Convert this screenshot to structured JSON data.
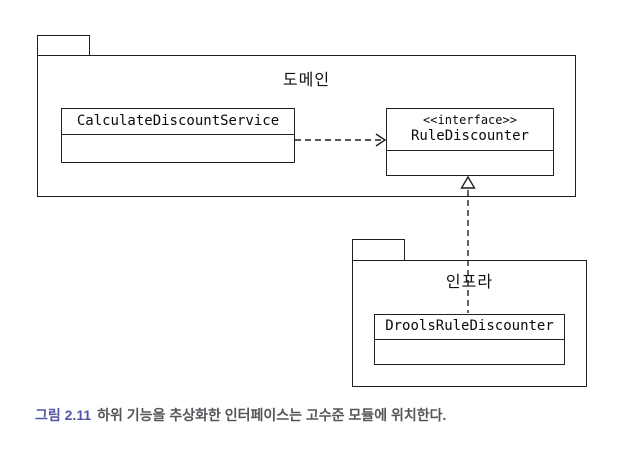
{
  "diagram": {
    "type": "uml-package-diagram",
    "packages": {
      "domain": {
        "label": "도메인"
      },
      "infra": {
        "label": "인프라"
      }
    },
    "classes": {
      "calculate_discount_service": {
        "name": "CalculateDiscountService",
        "package": "도메인"
      },
      "rule_discounter": {
        "stereotype": "<<interface>>",
        "name": "RuleDiscounter",
        "package": "도메인"
      },
      "drools_rule_discounter": {
        "name": "DroolsRuleDiscounter",
        "package": "인프라"
      }
    },
    "relations": [
      {
        "type": "dependency",
        "from": "CalculateDiscountService",
        "to": "RuleDiscounter",
        "line": "dashed",
        "arrowhead": "open"
      },
      {
        "type": "realization",
        "from": "DroolsRuleDiscounter",
        "to": "RuleDiscounter",
        "line": "dashed",
        "arrowhead": "hollow-triangle"
      }
    ]
  },
  "caption": {
    "label": "그림 2.11",
    "text": "하위 기능을 추상화한 인터페이스는 고수준 모듈에 위치한다."
  },
  "colors": {
    "line": "#1f1f1f",
    "caption_label": "#5356a7",
    "caption_text": "#55565a",
    "background": "#ffffff"
  }
}
